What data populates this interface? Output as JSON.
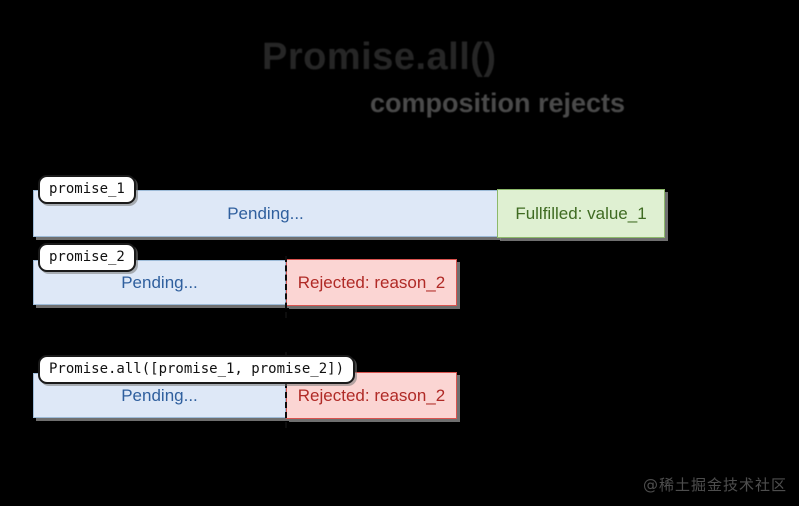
{
  "page": {
    "background_color": "#000000",
    "title": "Promise.all()",
    "subtitle": "composition rejects",
    "watermark": "@稀土掘金技术社区"
  },
  "colors": {
    "pending_fill": "#dee8f7",
    "pending_border": "#9dbbd8",
    "pending_text": "#2f5f9e",
    "fulfilled_fill": "#dff0d2",
    "fulfilled_border": "#8cb96a",
    "fulfilled_text": "#3f6b22",
    "rejected_fill": "#fbd5d3",
    "rejected_border": "#d9534f",
    "rejected_text": "#b02a26",
    "callout_border": "#1a1a1a",
    "callout_fill": "#ffffff",
    "divider": "#0d0d0d"
  },
  "rows": [
    {
      "callout": "promise_1",
      "pending_label": "Pending...",
      "settled_label": "Fullfilled: value_1",
      "settled_state": "fulfilled"
    },
    {
      "callout": "promise_2",
      "pending_label": "Pending...",
      "settled_label": "Rejected: reason_2",
      "settled_state": "rejected"
    },
    {
      "callout": "Promise.all([promise_1, promise_2])",
      "pending_label": "Pending...",
      "settled_label": "Rejected: reason_2",
      "settled_state": "rejected"
    }
  ]
}
